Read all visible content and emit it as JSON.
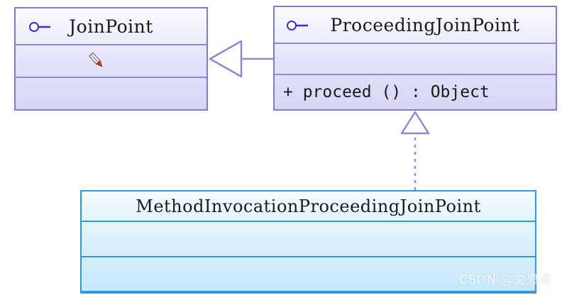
{
  "diagram": {
    "type": "uml-class-diagram",
    "title": "Spring AOP JoinPoint hierarchy",
    "colors": {
      "interface_fill": "#d8d8f8",
      "interface_border": "#7b7bd6",
      "class_fill": "#d3edfb",
      "class_border": "#2e9ae0",
      "icon_blue": "#3333cc",
      "pencil_red": "#e03020"
    },
    "classes": [
      {
        "id": "joinpoint",
        "name": "JoinPoint",
        "stereotype": "interface",
        "icon": "interface-lollipop-icon",
        "attributes": [],
        "methods": [],
        "attribute_marker": "pencil-icon"
      },
      {
        "id": "proceedingjoinpoint",
        "name": "ProceedingJoinPoint",
        "stereotype": "interface",
        "icon": "interface-lollipop-icon",
        "attributes": [],
        "methods": [
          {
            "visibility": "+",
            "signature": "proceed () : Object",
            "text": "+  proceed () : Object"
          }
        ]
      },
      {
        "id": "methodinvocationproceedingjoinpoint",
        "name": "MethodInvocationProceedingJoinPoint",
        "stereotype": "class",
        "icon": "",
        "attributes": [],
        "methods": []
      }
    ],
    "relationships": [
      {
        "id": "rel-generalization",
        "kind": "generalization",
        "line_style": "solid",
        "arrow": "hollow-triangle",
        "from": "ProceedingJoinPoint",
        "to": "JoinPoint"
      },
      {
        "id": "rel-realization",
        "kind": "realization",
        "line_style": "dashed",
        "arrow": "hollow-triangle",
        "from": "MethodInvocationProceedingJoinPoint",
        "to": "ProceedingJoinPoint"
      }
    ]
  },
  "watermark": {
    "text": "CSDN @文思涌"
  }
}
